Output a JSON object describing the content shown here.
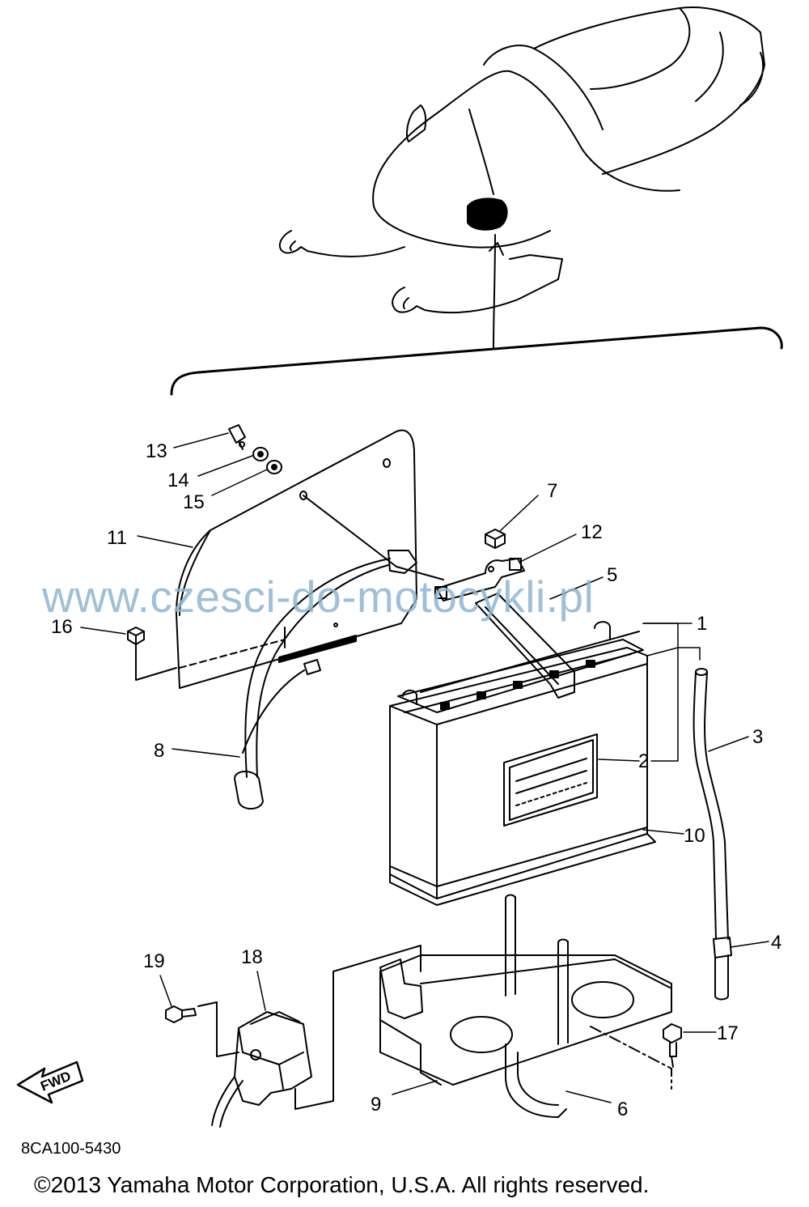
{
  "watermark": "www.czesci-do-motocykli.pl",
  "figure_code": "8CA100-5430",
  "copyright": "©2013 Yamaha Motor Corporation, U.S.A. All rights reserved.",
  "fwd_label": "FWD",
  "callouts": {
    "c1": "1",
    "c2": "2",
    "c3": "3",
    "c4": "4",
    "c5": "5",
    "c6": "6",
    "c7": "7",
    "c8": "8",
    "c9": "9",
    "c10": "10",
    "c11": "11",
    "c12": "12",
    "c13": "13",
    "c14": "14",
    "c15": "15",
    "c16": "16",
    "c17": "17",
    "c18": "18",
    "c19": "19"
  }
}
